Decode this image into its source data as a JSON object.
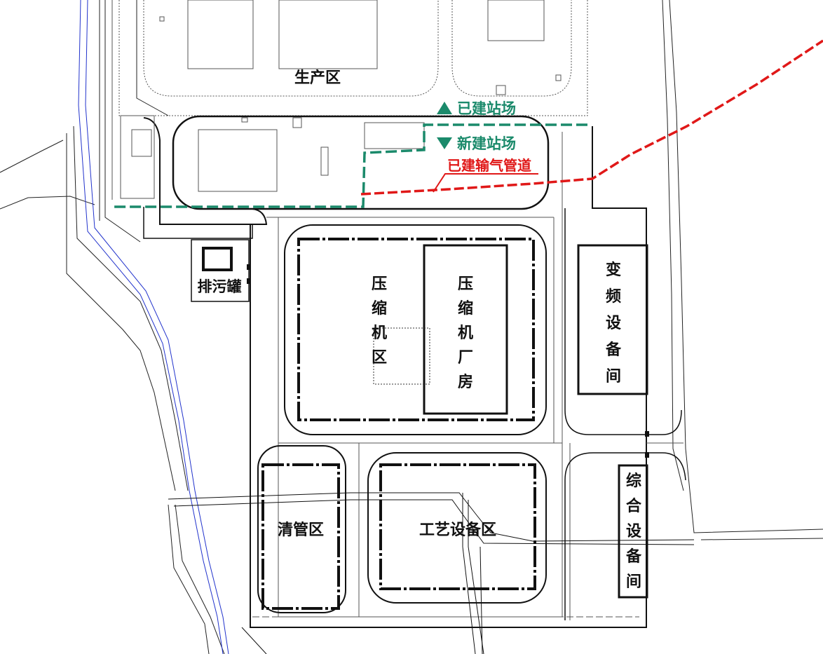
{
  "labels": {
    "production_area": "生产区",
    "existing_station": "已建站场",
    "new_station": "新建站场",
    "existing_pipeline": "已建输气管道",
    "blowdown_tank": "排污罐",
    "compressor_area": "压缩机区",
    "compressor_house": "压缩机厂房",
    "vfd_room": "变频设备间",
    "pigging_area": "清管区",
    "process_area": "工艺设备区",
    "utility_room": "综合设备间"
  },
  "legend": {
    "existing_marker": "triangle-up-icon",
    "new_marker": "triangle-down-icon"
  },
  "colors": {
    "station_boundary": "#1b8a6b",
    "pipeline": "#e01818",
    "river": "#2233cc",
    "line": "#111111",
    "thin_line": "#555555"
  }
}
